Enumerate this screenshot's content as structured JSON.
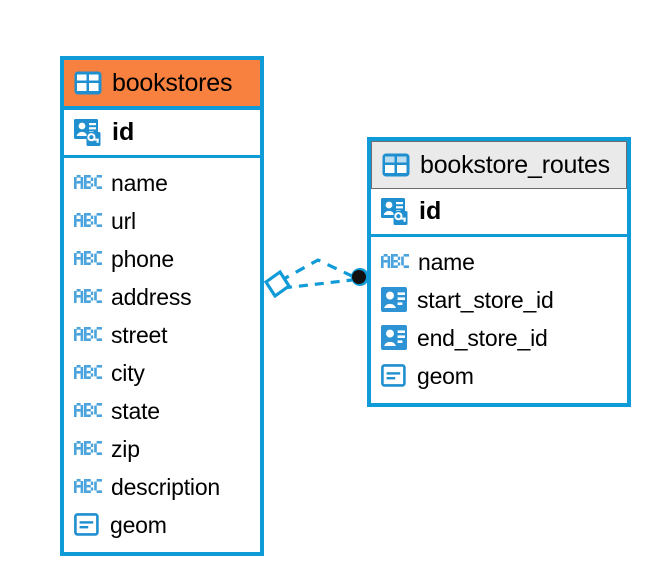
{
  "diagram": {
    "type": "entity-relationship-diagram",
    "background": "#ffffff",
    "colors": {
      "accent_blue": "#0f9bd7",
      "header_orange": "#f9813f",
      "header_gray": "#eaeaea",
      "gray_border": "#6d6d6d",
      "text": "#000000",
      "connector": "#0f9bd7",
      "connector_endpoint": "#111111"
    },
    "entities": [
      {
        "id": "bookstores",
        "name": "bookstores",
        "header_style": "orange",
        "selected": true,
        "table_icon": "table-icon",
        "primary_key": {
          "name": "id",
          "icon": "primary-key-icon"
        },
        "fields": [
          {
            "name": "name",
            "icon": "abc-text-icon",
            "type_hint": "ABC"
          },
          {
            "name": "url",
            "icon": "abc-text-icon",
            "type_hint": "ABC"
          },
          {
            "name": "phone",
            "icon": "abc-text-icon",
            "type_hint": "ABC"
          },
          {
            "name": "address",
            "icon": "abc-text-icon",
            "type_hint": "ABC"
          },
          {
            "name": "street",
            "icon": "abc-text-icon",
            "type_hint": "ABC"
          },
          {
            "name": "city",
            "icon": "abc-text-icon",
            "type_hint": "ABC"
          },
          {
            "name": "state",
            "icon": "abc-text-icon",
            "type_hint": "ABC"
          },
          {
            "name": "zip",
            "icon": "abc-text-icon",
            "type_hint": "ABC"
          },
          {
            "name": "description",
            "icon": "abc-text-icon",
            "type_hint": "ABC"
          },
          {
            "name": "geom",
            "icon": "geometry-icon",
            "type_hint": "GEOM"
          }
        ]
      },
      {
        "id": "bookstore_routes",
        "name": "bookstore_routes",
        "header_style": "gray",
        "selected": false,
        "table_icon": "table-icon",
        "primary_key": {
          "name": "id",
          "icon": "primary-key-icon"
        },
        "fields": [
          {
            "name": "name",
            "icon": "abc-text-icon",
            "type_hint": "ABC"
          },
          {
            "name": "start_store_id",
            "icon": "foreign-key-icon",
            "type_hint": "FK"
          },
          {
            "name": "end_store_id",
            "icon": "foreign-key-icon",
            "type_hint": "FK"
          },
          {
            "name": "geom",
            "icon": "geometry-icon",
            "type_hint": "GEOM"
          }
        ]
      }
    ],
    "relationship": {
      "from_entity": "bookstores",
      "to_entity": "bookstore_routes",
      "line_style": "dashed",
      "source_endpoint": "diamond-endpoint",
      "target_endpoint": "filled-circle-endpoint"
    }
  }
}
